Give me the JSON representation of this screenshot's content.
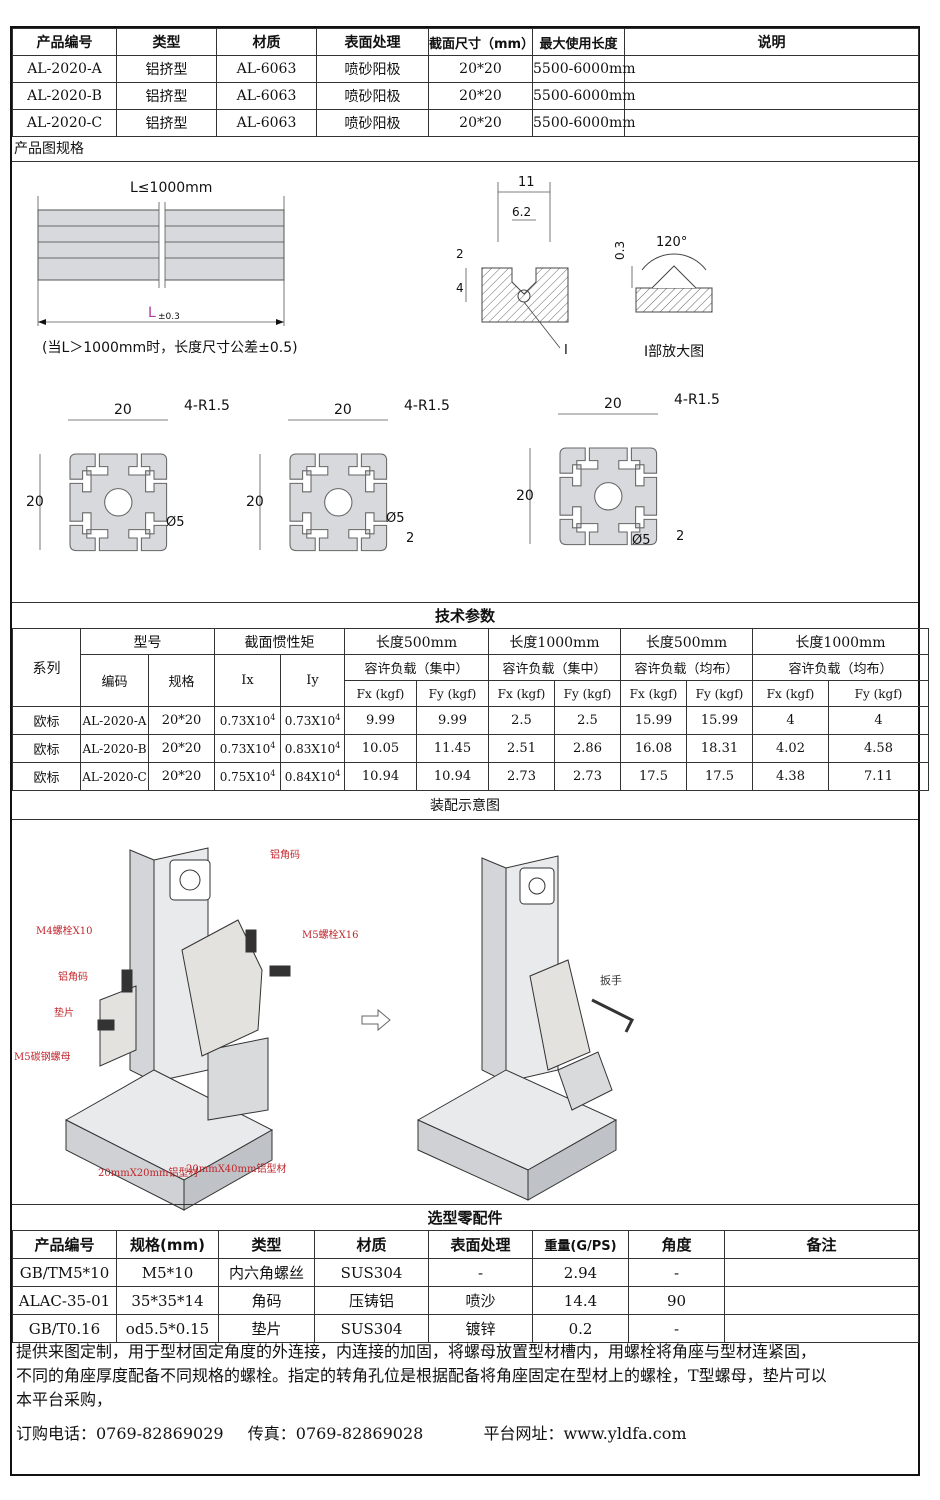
{
  "product_table": {
    "headers": [
      "产品编号",
      "类型",
      "材质",
      "表面处理",
      "截面尺寸（mm）",
      "最大使用长度",
      "说明"
    ],
    "rows": [
      [
        "AL-2020-A",
        "铝挤型",
        "AL-6063",
        "喷砂阳极",
        "20*20",
        "5500-6000mm",
        ""
      ],
      [
        "AL-2020-B",
        "铝挤型",
        "AL-6063",
        "喷砂阳极",
        "20*20",
        "5500-6000mm",
        ""
      ],
      [
        "AL-2020-C",
        "铝挤型",
        "AL-6063",
        "喷砂阳极",
        "20*20",
        "5500-6000mm",
        ""
      ]
    ]
  },
  "drawing_section": {
    "title": "产品图规格",
    "length_label": "L≤1000mm",
    "tolerance_L": "L",
    "tolerance_val": "±0.3",
    "note": "(当L＞1000mm时，长度尺寸公差±0.5)",
    "slot": {
      "w11": "11",
      "w62": "6.2",
      "d2": "2",
      "d4": "4",
      "i": "I"
    },
    "detail": {
      "angle": "120°",
      "d03": "0.3",
      "caption": "I部放大图"
    },
    "profiles": [
      {
        "w": "20",
        "h": "20",
        "r": "4-R1.5",
        "hole": "Ø5",
        "off": ""
      },
      {
        "w": "20",
        "h": "20",
        "r": "4-R1.5",
        "hole": "Ø5",
        "off": "2"
      },
      {
        "w": "20",
        "h": "20",
        "r": "4-R1.5",
        "hole": "Ø5",
        "off": "2"
      }
    ]
  },
  "tech": {
    "title": "技术参数",
    "col_series": "系列",
    "col_model": "型号",
    "col_code": "编码",
    "col_spec": "规格",
    "col_inertia": "截面惯性矩",
    "col_ix": "Ix",
    "col_iy": "Iy",
    "groups": [
      "长度500mm",
      "长度1000mm",
      "长度500mm",
      "长度1000mm"
    ],
    "loads": [
      "容许负载（集中）",
      "容许负载（集中）",
      "容许负载（均布）",
      "容许负载（均布）"
    ],
    "fx": "Fx (kgf)",
    "fy": "Fy (kgf)",
    "rows": [
      {
        "series": "欧标",
        "code": "AL-2020-A",
        "spec": "20*20",
        "ix": "0.73X10",
        "ix_exp": "4",
        "iy": "0.73X10",
        "iy_exp": "4",
        "vals": [
          "9.99",
          "9.99",
          "2.5",
          "2.5",
          "15.99",
          "15.99",
          "4",
          "4"
        ]
      },
      {
        "series": "欧标",
        "code": "AL-2020-B",
        "spec": "20*20",
        "ix": "0.73X10",
        "ix_exp": "4",
        "iy": "0.83X10",
        "iy_exp": "4",
        "vals": [
          "10.05",
          "11.45",
          "2.51",
          "2.86",
          "16.08",
          "18.31",
          "4.02",
          "4.58"
        ]
      },
      {
        "series": "欧标",
        "code": "AL-2020-C",
        "spec": "20*20",
        "ix": "0.75X10",
        "ix_exp": "4",
        "iy": "0.84X10",
        "iy_exp": "4",
        "vals": [
          "10.94",
          "10.94",
          "2.73",
          "2.73",
          "17.5",
          "17.5",
          "4.38",
          "7.11"
        ]
      }
    ]
  },
  "assembly": {
    "title": "装配示意图",
    "labels": {
      "bracket_top": "铝角码",
      "m4": "M4螺栓X10",
      "m5": "M5螺栓X16",
      "bracket_left": "铝角码",
      "washer": "垫片",
      "nut": "M5碳钢螺母",
      "profile1": "20mmX20mm铝型材",
      "profile2": "20mmX40mm铝型材",
      "wrench": "扳手"
    }
  },
  "parts": {
    "title": "选型零配件",
    "headers": [
      "产品编号",
      "规格(mm)",
      "类型",
      "材质",
      "表面处理",
      "重量(G/PS)",
      "角度",
      "备注"
    ],
    "rows": [
      [
        "GB/TM5*10",
        "M5*10",
        "内六角螺丝",
        "SUS304",
        "-",
        "2.94",
        "-",
        ""
      ],
      [
        "ALAC-35-01",
        "35*35*14",
        "角码",
        "压铸铝",
        "喷沙",
        "14.4",
        "90",
        ""
      ],
      [
        "GB/T0.16",
        "od5.5*0.15",
        "垫片",
        "SUS304",
        "镀锌",
        "0.2",
        "-",
        ""
      ]
    ]
  },
  "footer": {
    "line1": "提供来图定制，用于型材固定角度的外连接，内连接的加固，将螺母放置型材槽内，用螺栓将角座与型材连紧固，",
    "line2": "不同的角座厚度配备不同规格的螺栓。指定的转角孔位是根据配备将角座固定在型材上的螺栓，T型螺母，垫片可以",
    "line3": "本平台采购，",
    "phone": "订购电话：0769-82869029",
    "fax": "传真：0769-82869028",
    "site": "平台网址：www.yldfa.com"
  },
  "colors": {
    "accent_red": "#c0262b",
    "profile_fill": "#d7d9dc",
    "line": "#333333"
  }
}
